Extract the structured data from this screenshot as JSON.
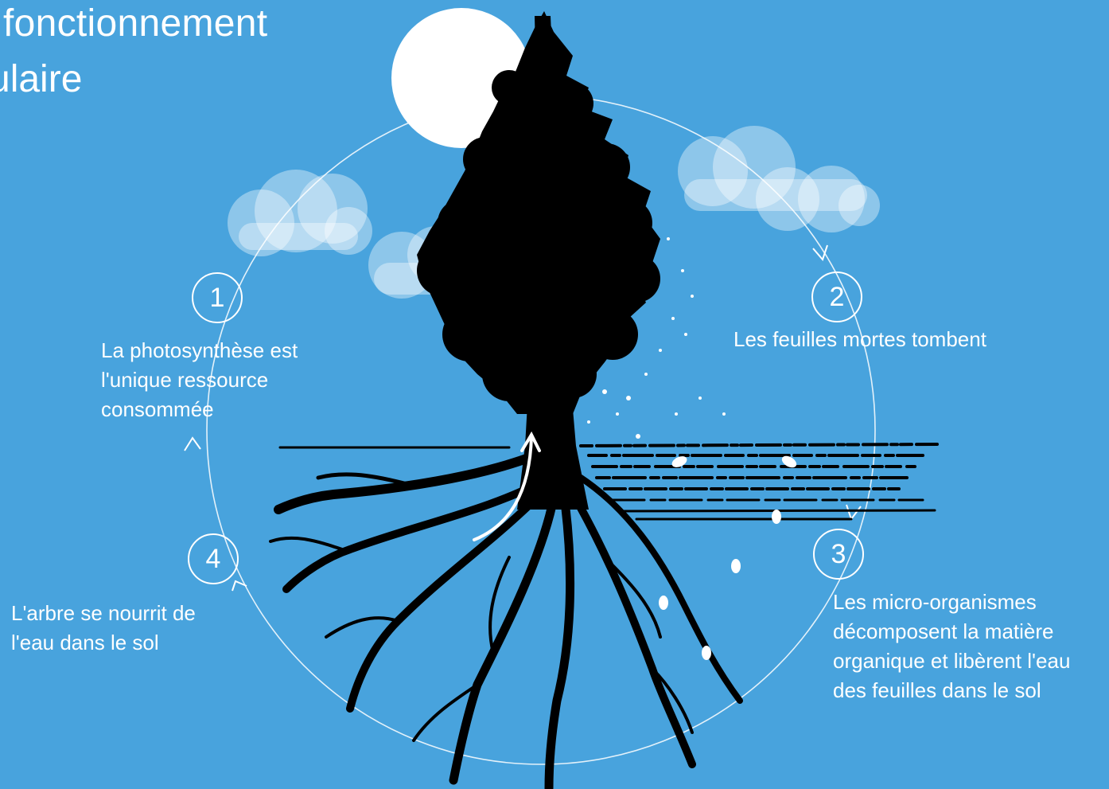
{
  "title": {
    "line1": "fonctionnement",
    "line2": "ulaire"
  },
  "steps": [
    {
      "number": "1",
      "text": "La photosynthèse est\nl'unique ressource\nconsommée"
    },
    {
      "number": "2",
      "text": "Les feuilles mortes tombent"
    },
    {
      "number": "3",
      "text": "Les micro-organismes\ndécomposent la matière\norganique et libèrent l'eau\ndes feuilles dans le sol"
    },
    {
      "number": "4",
      "text": "L'arbre se nourrit de\nl'eau dans le sol"
    }
  ],
  "colors": {
    "background": "#48a3dd",
    "foreground": "#ffffff",
    "tree": "#000000",
    "cloud": "#a9d3f2"
  }
}
